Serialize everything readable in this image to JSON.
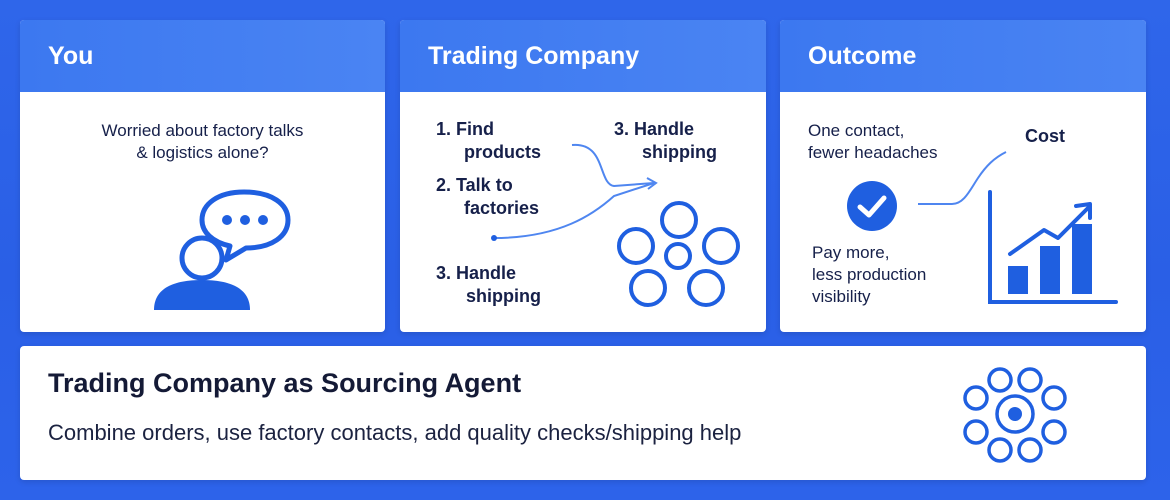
{
  "cards": {
    "you": {
      "title": "You",
      "question_line1": "Worried about factory talks",
      "question_line2": "& logistics alone?"
    },
    "trading": {
      "title": "Trading Company",
      "step1_line1": "1. Find",
      "step1_line2": "products",
      "step2_line1": "2. Talk to",
      "step2_line2": "factories",
      "step3a_line1": "3. Handle",
      "step3a_line2": "shipping",
      "step3b_line1": "3. Handle",
      "step3b_line2": "shipping"
    },
    "outcome": {
      "title": "Outcome",
      "contact_line1": "One contact,",
      "contact_line2": "fewer headaches",
      "cost_label": "Cost",
      "pay_line1": "Pay more,",
      "pay_line2": "less production",
      "pay_line3": "visibility"
    }
  },
  "banner": {
    "title": "Trading Company as Sourcing Agent",
    "subtitle": "Combine orders, use factory contacts, add quality checks/shipping help"
  },
  "colors": {
    "background": "#2f66ea",
    "header": "#3c78f0",
    "accent": "#1f5fe0",
    "text": "#16204a"
  }
}
